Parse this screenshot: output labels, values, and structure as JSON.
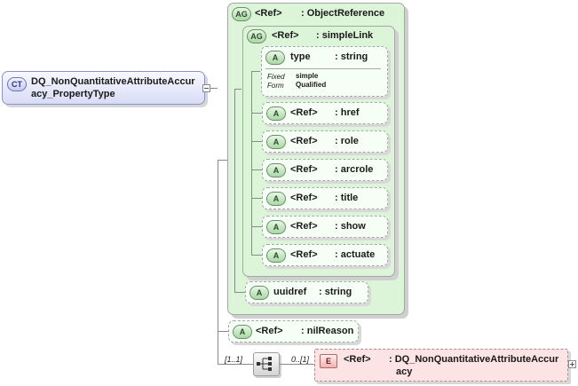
{
  "complex_type": {
    "badge": "CT",
    "name_line1": "DQ_NonQuantitativeAttributeAccur",
    "name_line2": "acy_PropertyType"
  },
  "attr_group_outer": {
    "badge": "AG",
    "ref": "<Ref>",
    "type": ": ObjectReference"
  },
  "attr_group_inner": {
    "badge": "AG",
    "ref": "<Ref>",
    "type": ": simpleLink"
  },
  "attribute_type": {
    "badge": "A",
    "name": "type",
    "type": ": string",
    "fixed_label": "Fixed",
    "fixed_value": "simple",
    "form_label": "Form",
    "form_value": "Qualified"
  },
  "ref_attributes": [
    {
      "badge": "A",
      "ref": "<Ref>",
      "name": ": href"
    },
    {
      "badge": "A",
      "ref": "<Ref>",
      "name": ": role"
    },
    {
      "badge": "A",
      "ref": "<Ref>",
      "name": ": arcrole"
    },
    {
      "badge": "A",
      "ref": "<Ref>",
      "name": ": title"
    },
    {
      "badge": "A",
      "ref": "<Ref>",
      "name": ": show"
    },
    {
      "badge": "A",
      "ref": "<Ref>",
      "name": ": actuate"
    }
  ],
  "uuidref": {
    "badge": "A",
    "name": "uuidref",
    "type": ": string"
  },
  "nil_reason": {
    "badge": "A",
    "ref": "<Ref>",
    "name": ": nilReason"
  },
  "sequence": {
    "multiplicity": "[1..1]"
  },
  "element": {
    "badge": "E",
    "multiplicity": "0..[1]",
    "ref": "<Ref>",
    "name_line1": ": DQ_NonQuantitativeAttributeAccur",
    "name_line2": "acy"
  },
  "colors": {
    "attribute_fill": "#f6fff5",
    "group_fill": "#dcf5d9",
    "complex_type_fill": "#e7e9fb",
    "element_fill": "#fde4e4"
  }
}
